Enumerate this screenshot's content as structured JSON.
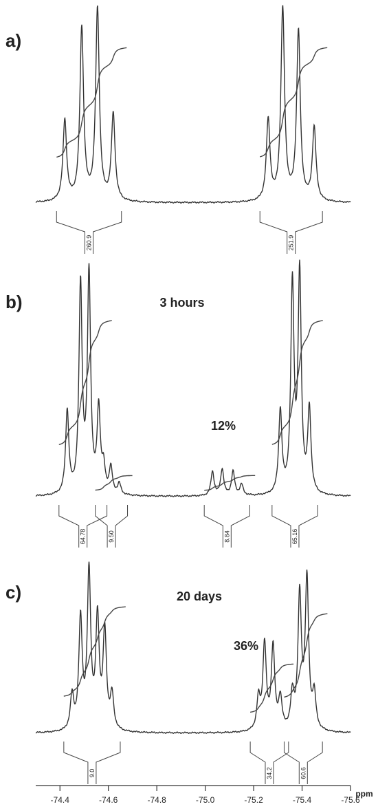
{
  "chart_data": {
    "type": "line",
    "xlabel": "ppm",
    "xlim": [
      -74.3,
      -75.6
    ],
    "x_reversed": true,
    "x_ticks": [
      -74.4,
      -74.6,
      -74.8,
      -75.0,
      -75.2,
      -75.4,
      -75.6
    ],
    "x_tick_labels": [
      "-74.4",
      "-74.6",
      "-74.8",
      "-75.0",
      "-75.2",
      "-75.4",
      "-75.6"
    ],
    "panels": [
      {
        "label": "a)",
        "annotation": "",
        "percent": "",
        "multiplets": [
          {
            "peaks": [
              [
                -74.42,
                0.42
              ],
              [
                -74.49,
                0.9
              ],
              [
                -74.555,
                1.0
              ],
              [
                -74.62,
                0.45
              ]
            ],
            "integral": "260.9"
          },
          {
            "peaks": [
              [
                -75.26,
                0.42
              ],
              [
                -75.32,
                1.0
              ],
              [
                -75.385,
                0.88
              ],
              [
                -75.45,
                0.38
              ]
            ],
            "integral": "251.9"
          }
        ]
      },
      {
        "label": "b)",
        "annotation": "3 hours",
        "percent": "12%",
        "multiplets": [
          {
            "peaks": [
              [
                -74.43,
                0.38
              ],
              [
                -74.485,
                0.95
              ],
              [
                -74.52,
                1.0
              ],
              [
                -74.56,
                0.38
              ]
            ],
            "integral": "64.78"
          },
          {
            "peaks": [
              [
                -74.58,
                0.11
              ],
              [
                -74.61,
                0.12
              ],
              [
                -74.645,
                0.05
              ]
            ],
            "integral": "9.50"
          },
          {
            "peaks": [
              [
                -75.03,
                0.11
              ],
              [
                -75.07,
                0.12
              ],
              [
                -75.115,
                0.11
              ],
              [
                -75.15,
                0.05
              ]
            ],
            "integral": "8.84"
          },
          {
            "peaks": [
              [
                -75.31,
                0.38
              ],
              [
                -75.36,
                0.95
              ],
              [
                -75.39,
                1.0
              ],
              [
                -75.43,
                0.38
              ]
            ],
            "integral": "65.16"
          }
        ]
      },
      {
        "label": "c)",
        "annotation": "20 days",
        "percent": "36%",
        "multiplets": [
          {
            "peaks": [
              [
                -74.45,
                0.22
              ],
              [
                -74.485,
                0.7
              ],
              [
                -74.52,
                1.0
              ],
              [
                -74.555,
                0.7
              ],
              [
                -74.585,
                0.62
              ],
              [
                -74.615,
                0.22
              ]
            ],
            "integral": "9.0"
          },
          {
            "peaks": [
              [
                -75.22,
                0.2
              ],
              [
                -75.245,
                0.55
              ],
              [
                -75.28,
                0.53
              ],
              [
                -75.31,
                0.2
              ]
            ],
            "integral": "34.2"
          },
          {
            "peaks": [
              [
                -75.36,
                0.22
              ],
              [
                -75.39,
                0.85
              ],
              [
                -75.42,
                0.95
              ],
              [
                -75.45,
                0.22
              ]
            ],
            "integral": "60.6"
          }
        ]
      }
    ]
  }
}
